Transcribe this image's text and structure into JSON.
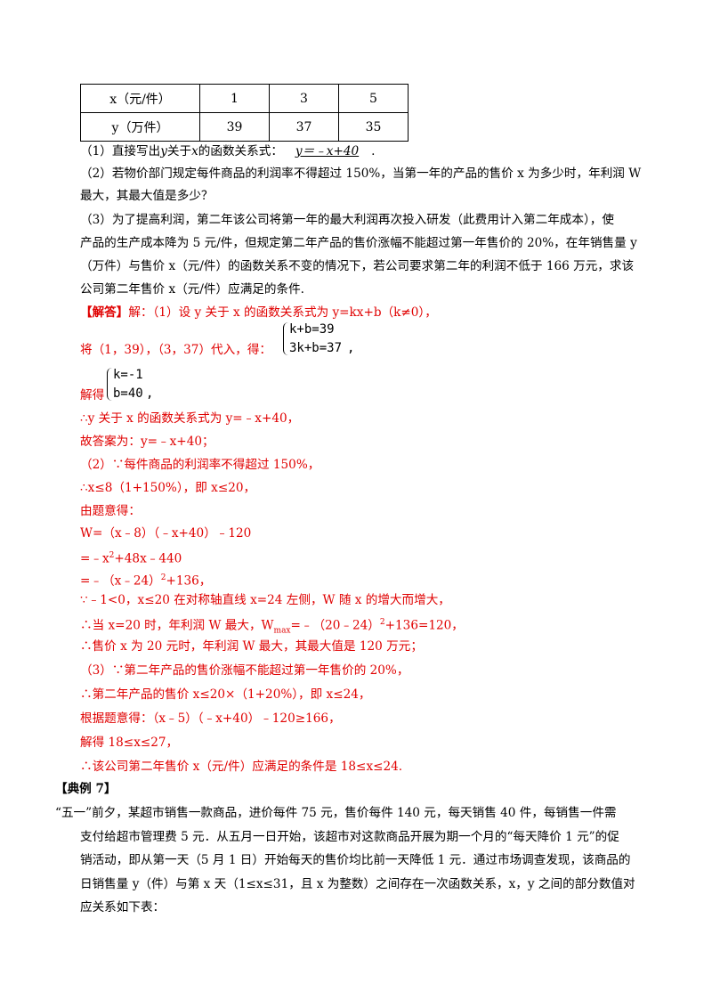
{
  "table": {
    "row1_label": "x（元/件）",
    "row2_label": "y（万件）",
    "x_values": [
      "1",
      "3",
      "5"
    ],
    "y_values": [
      "39",
      "37",
      "35"
    ]
  },
  "q1": {
    "prefix": "（1）直接写出",
    "y": "y",
    "mid1": "关于",
    "x": "x",
    "mid2": "的函数关系式：",
    "answer": "y＝﹣x+40",
    "end": "."
  },
  "q2": {
    "line1": "（2）若物价部门规定每件商品的利润率不得超过 150%，当第一年的产品的售价 x 为多少时，年利润 W",
    "line2": "最大，其最大值是多少？"
  },
  "q3": {
    "line1": "（3）为了提高利润，第二年该公司将第一年的最大利润再次投入研发（此费用计入第二年成本），使",
    "line2": "产品的生产成本降为 5 元/件，但规定第二年产品的售价涨幅不能超过第一年售价的 20%，在年销售量 y",
    "line3": "（万件）与售价 x（元/件）的函数关系不变的情况下，若公司要求第二年的利润不低于 166 万元，求该",
    "line4": "公司第二年售价 x（元/件）应满足的条件."
  },
  "sol": {
    "tag": "【解答】",
    "s1": "解：（1）设 y 关于 x 的函数关系式为 y=kx+b（k≠0），",
    "s2": "将（1，39），（3，37）代入，得：",
    "sys1_a": "k+b=39",
    "sys1_b": "3k+b=37",
    "sys1_end": ",",
    "s3": "解得",
    "sys2_a": "k=-1",
    "sys2_b": "b=40",
    "sys2_end": ",",
    "s4": "∴y 关于 x 的函数关系式为 y=﹣x+40，",
    "s5": "故答案为：y=﹣x+40；",
    "s6": "（2）∵每件商品的利润率不得超过 150%，",
    "s7": "∴x≤8（1+150%），即 x≤20，",
    "s8": "由题意得：",
    "s9": "W=（x﹣8）（﹣x+40）﹣120",
    "s10_a": "=﹣x",
    "s10_sup": "2",
    "s10_b": "+48x﹣440",
    "s11_a": "=﹣（x﹣24）",
    "s11_sup": "2",
    "s11_b": "+136，",
    "s12": "∵﹣1<0，x≤20 在对称轴直线 x=24 左侧，W 随 x 的增大而增大，",
    "s13_a": "∴当 x=20 时，年利润 W 最大，W",
    "s13_sub": "max",
    "s13_b": "=﹣（20﹣24）",
    "s13_sup": "2",
    "s13_c": "+136=120，",
    "s14": "∴售价 x 为 20 元时，年利润 W 最大，其最大值是 120 万元；",
    "s15": "（3）∵第二年产品的售价涨幅不能超过第一年售价的 20%，",
    "s16": "∴第二年产品的售价 x≤20×（1+20%），即 x≤24，",
    "s17": "根据题意得：（x﹣5）（﹣x+40）﹣120≥166，",
    "s18": "解得 18≤x≤27，",
    "s19": "∴该公司第二年售价 x（元/件）应满足的条件是 18≤x≤24."
  },
  "ex7": {
    "title": "【典例 7】",
    "p1": "“五一”前夕，某超市销售一款商品，进价每件 75 元，售价每件 140 元，每天销售 40 件，每销售一件需",
    "p2": "支付给超市管理费 5 元．从五月一日开始，该超市对这款商品开展为期一个月的“每天降价 1 元”的促",
    "p3": "销活动，即从第一天（5 月 1 日）开始每天的售价均比前一天降低 1 元．通过市场调查发现，该商品的",
    "p4": "日销售量 y（件）与第 x 天（1≤x≤31，且 x 为整数）之间存在一次函数关系，x，y 之间的部分数值对",
    "p5": "应关系如下表："
  }
}
